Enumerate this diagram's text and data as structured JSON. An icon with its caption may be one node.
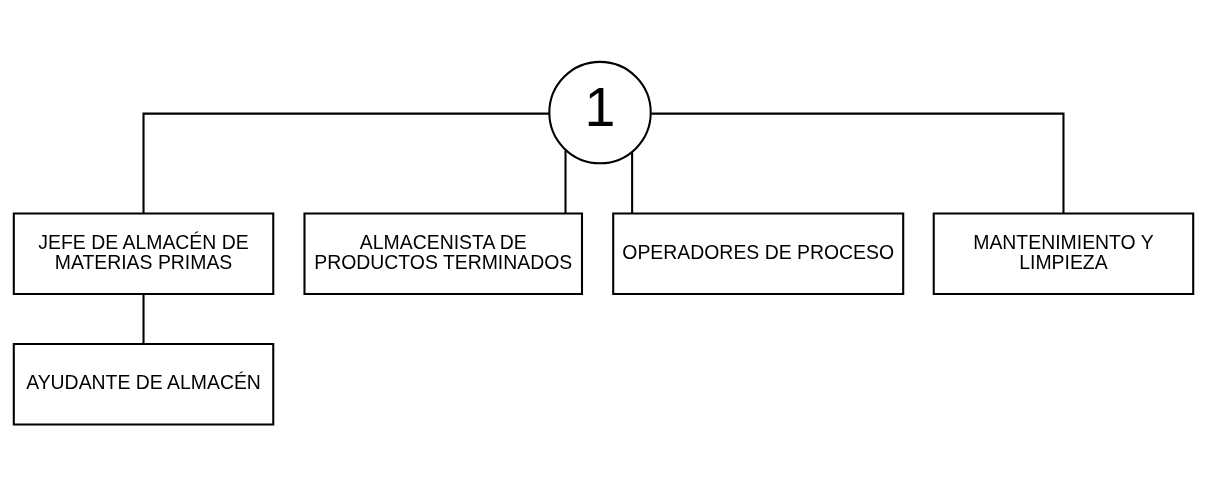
{
  "diagram": {
    "nodes": [
      {
        "text": [
          "1"
        ]
      },
      {
        "text": [
          "JEFE DE ALMACÉN DE MATERIAS PRIMAS"
        ]
      },
      {
        "text": [
          "ALMACENISTA DE PRODUCTOS TERMINADOS"
        ]
      },
      {
        "text": [
          "OPERADORES DE PROCESO"
        ]
      },
      {
        "text": [
          "MANTENIMIENTO Y LIMPIEZA"
        ]
      },
      {
        "text": [
          "AYUDANTE DE ALMACÉN"
        ]
      }
    ],
    "edges": [
      {
        "from": 0,
        "to": 1,
        "arrow": "none"
      },
      {
        "from": 0,
        "to": 2,
        "arrow": "none"
      },
      {
        "from": 0,
        "to": 3,
        "arrow": "none"
      },
      {
        "from": 0,
        "to": 4,
        "arrow": "none"
      },
      {
        "from": 1,
        "to": 5,
        "arrow": "none"
      }
    ]
  }
}
